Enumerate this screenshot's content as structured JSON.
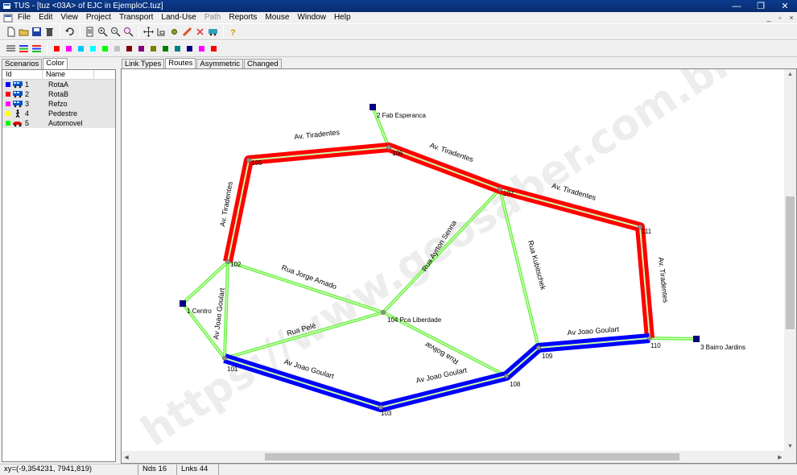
{
  "window": {
    "title": "TUS - [tuz <03A> of EJC in EjemploC.tuz]",
    "minimize_glyph": "—",
    "restore_glyph": "❐",
    "close_glyph": "✕"
  },
  "menu": {
    "items": [
      {
        "label": "File"
      },
      {
        "label": "Edit"
      },
      {
        "label": "View"
      },
      {
        "label": "Project"
      },
      {
        "label": "Transport"
      },
      {
        "label": "Land-Use"
      },
      {
        "label": "Path",
        "disabled": true
      },
      {
        "label": "Reports"
      },
      {
        "label": "Mouse"
      },
      {
        "label": "Window"
      },
      {
        "label": "Help"
      }
    ],
    "mdi_minimize": "_",
    "mdi_restore": "▫",
    "mdi_close": "×"
  },
  "toolbar2": {
    "swatches": [
      "#ff0000",
      "#ff00ff",
      "#00c8ff",
      "#00ffff",
      "#00ff00",
      "#c0c0c0",
      "#800000",
      "#800080",
      "#808000",
      "#008000",
      "#008080",
      "#000080",
      "#ff00ff",
      "#ff0000"
    ]
  },
  "left_panel": {
    "tabs": [
      {
        "label": "Scenarios"
      },
      {
        "label": "Color"
      }
    ],
    "columns": {
      "id": "Id",
      "name": "Name"
    },
    "rows": [
      {
        "id": "1",
        "name": "RotaA",
        "color": "#0000ff",
        "icon": "bus-icon",
        "icon_color": "#0050c8"
      },
      {
        "id": "2",
        "name": "RotaB",
        "color": "#ff0000",
        "icon": "bus-icon",
        "icon_color": "#0050c8"
      },
      {
        "id": "3",
        "name": "Refzo",
        "color": "#ff00ff",
        "icon": "bus-icon",
        "icon_color": "#0050c8"
      },
      {
        "id": "4",
        "name": "Pedestre",
        "color": "#ffff00",
        "icon": "pedestrian-icon",
        "icon_color": "#000000"
      },
      {
        "id": "5",
        "name": "Automovel",
        "color": "#00ff00",
        "icon": "car-icon",
        "icon_color": "#e00000"
      }
    ]
  },
  "view_tabs": [
    {
      "label": "Link Types"
    },
    {
      "label": "Routes"
    },
    {
      "label": "Asymmetric"
    },
    {
      "label": "Changed"
    }
  ],
  "map": {
    "nodes": [
      {
        "id": "101",
        "label": "101"
      },
      {
        "id": "102",
        "label": "102"
      },
      {
        "id": "103",
        "label": "103"
      },
      {
        "id": "104",
        "label": "104 Pca Liberdade"
      },
      {
        "id": "105",
        "label": "105"
      },
      {
        "id": "106",
        "label": "106"
      },
      {
        "id": "107",
        "label": "107"
      },
      {
        "id": "108",
        "label": "108"
      },
      {
        "id": "109",
        "label": "109"
      },
      {
        "id": "110",
        "label": "110"
      },
      {
        "id": "111",
        "label": "111"
      }
    ],
    "centroids": [
      {
        "id": "1",
        "label": "1 Centro"
      },
      {
        "id": "2",
        "label": "2 Fab Esperanca"
      },
      {
        "id": "3",
        "label": "3 Bairro Jardins"
      }
    ],
    "street_labels": [
      {
        "text": "Av. Tiradentes"
      },
      {
        "text": "Av. Tiradentes"
      },
      {
        "text": "Av. Tiradentes"
      },
      {
        "text": "Av. Tiradentes"
      },
      {
        "text": "Av. Tiradentes"
      },
      {
        "text": "Rua Jorge Amado"
      },
      {
        "text": "Rua Ayrton Senna"
      },
      {
        "text": "Rua Kubitschek"
      },
      {
        "text": "Av Joao Goulart"
      },
      {
        "text": "Rua Pelé"
      },
      {
        "text": "Rua Bolivar"
      },
      {
        "text": "Av Joao Goulart"
      },
      {
        "text": "Av Joao Goulart"
      },
      {
        "text": "Av Joao Goulart"
      }
    ],
    "colors": {
      "route_red": "#ff0000",
      "route_blue": "#0000ff",
      "link_green": "#66ee44",
      "link_inner": "#ccffaa",
      "centroid": "#000080",
      "node": "#909090"
    },
    "watermark": "https://www.geosaber.com.br"
  },
  "status": {
    "coords": "xy=(-9,354231, 7941,819)",
    "nodes": "Nds 16",
    "links": "Lnks 44"
  }
}
